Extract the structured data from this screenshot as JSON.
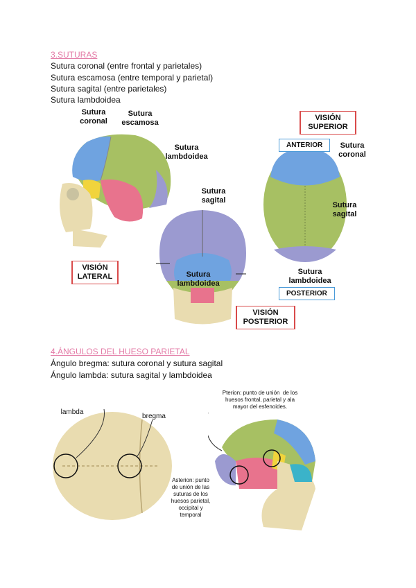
{
  "section1": {
    "title": "3.SUTURAS",
    "lines": [
      "Sutura coronal (entre frontal y parietales)",
      "Sutura escamosa (entre temporal y parietal)",
      "Sutura sagital (entre parietales)",
      "Sutura lambdoidea"
    ]
  },
  "figure1": {
    "lateral": {
      "label_coronal": "Sutura\ncoronal",
      "label_escamosa": "Sutura\nescamosa",
      "label_lambdoidea": "Sutura\nlambdoidea",
      "view": "VISIÓN\nLATERAL"
    },
    "posterior": {
      "label_sagital": "Sutura\nsagital",
      "label_lambdoidea": "Sutura\nlambdoidea",
      "view": "VISIÓN\nPOSTERIOR"
    },
    "superior": {
      "view": "VISIÓN\nSUPERIOR",
      "anterior": "ANTERIOR",
      "posterior": "POSTERIOR",
      "label_coronal": "Sutura\ncoronal",
      "label_sagital": "Sutura\nsagital",
      "label_lambdoidea": "Sutura\nlambdoidea"
    }
  },
  "section2": {
    "title": "4.ÁNGULOS DEL HUESO PARIETAL",
    "lines": [
      "Ángulo bregma: sutura coronal y sutura sagital",
      "Ángulo lambda: sutura sagital y lambdoidea"
    ]
  },
  "figure2": {
    "lambda": "lambda",
    "bregma": "bregma",
    "pterion": "Pterion: punto de unión  de los\nhuesos frontal, parietal y ala\nmayor del esfenoides.",
    "asterion": "Asterion: punto\nde unión de las\nsuturas de los\nhuesos parietal,\noccipital y\ntemporal"
  },
  "colors": {
    "frontal": "#6fa3e0",
    "parietal": "#a7c063",
    "temporal": "#e8738d",
    "occipital": "#9b9ad0",
    "sphenoid": "#f1d43c",
    "bone": "#e9dcb0",
    "heading_pink": "#e37aa6",
    "red_border": "#d94a4a",
    "blue_border": "#4a9ad9"
  }
}
